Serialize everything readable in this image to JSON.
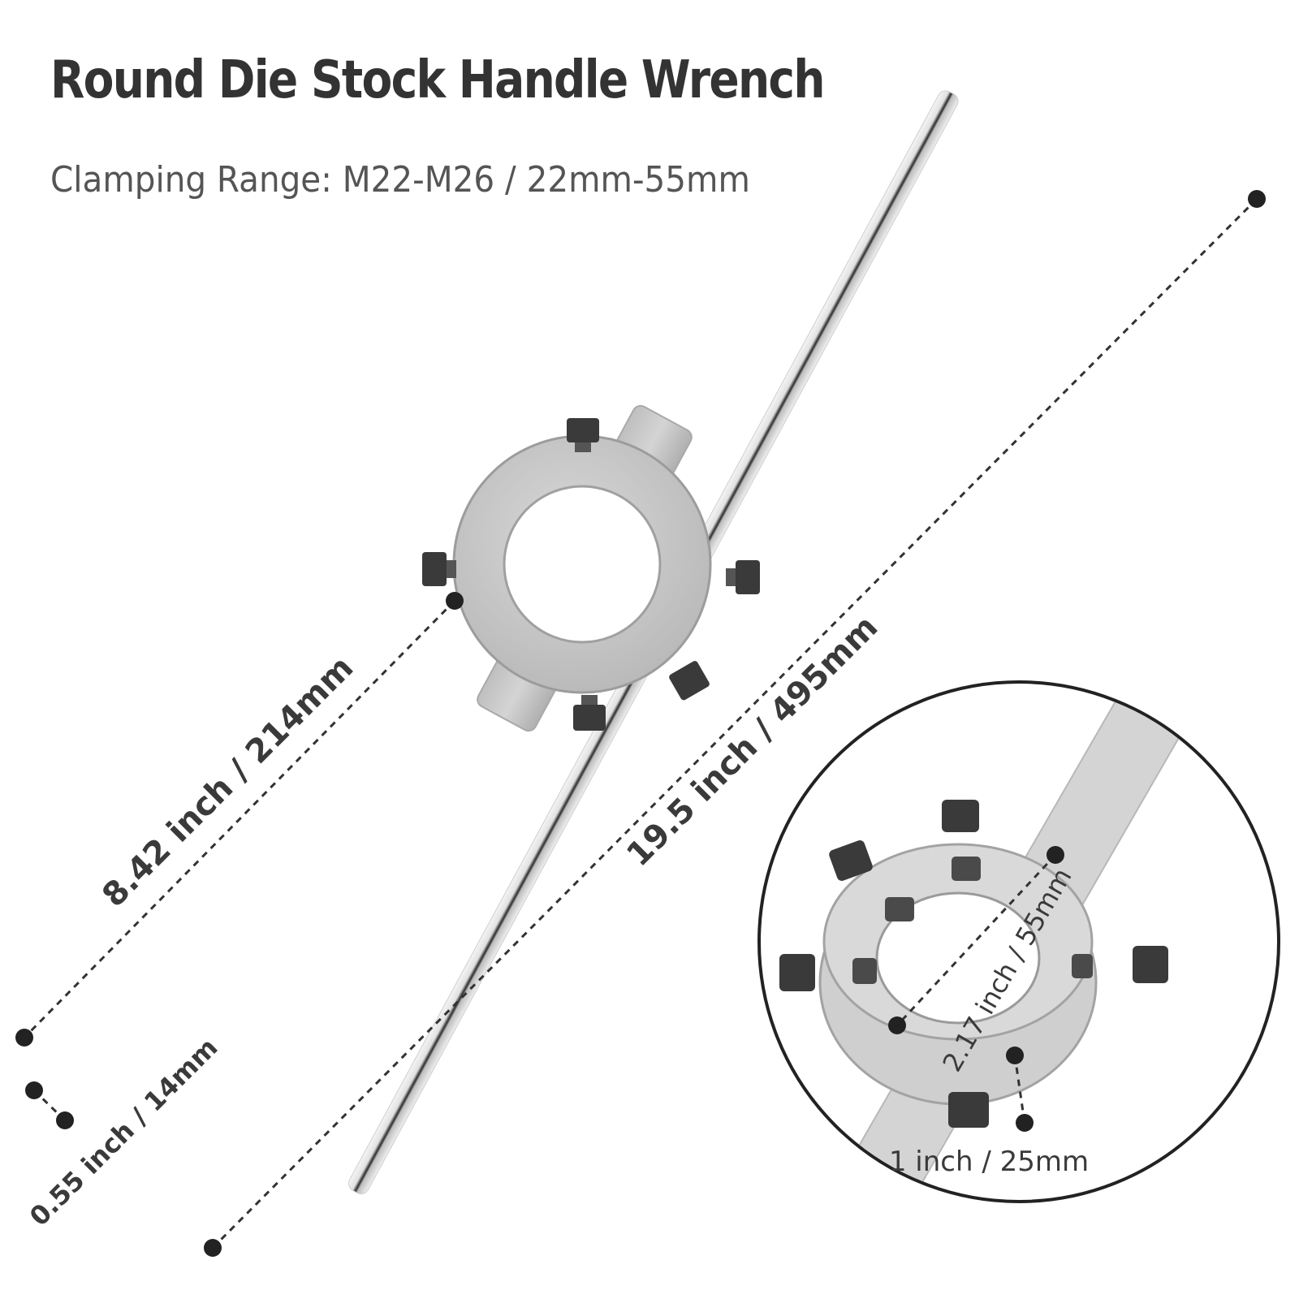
{
  "title": "Round Die Stock Handle Wrench",
  "subtitle": "Clamping Range: M22-M26 / 22mm-55mm",
  "dimensions": {
    "handle_half_length": "8.42 inch / 214mm",
    "total_length": "19.5 inch / 495mm",
    "rod_diameter": "0.55 inch / 14mm",
    "inner_diameter": "2.17 inch / 55mm",
    "ring_thickness": "1 inch / 25mm"
  },
  "colors": {
    "metal": "#c9c9c9",
    "rod": "#dcdcdc",
    "screw": "#3a3a3a",
    "text": "#333333"
  }
}
